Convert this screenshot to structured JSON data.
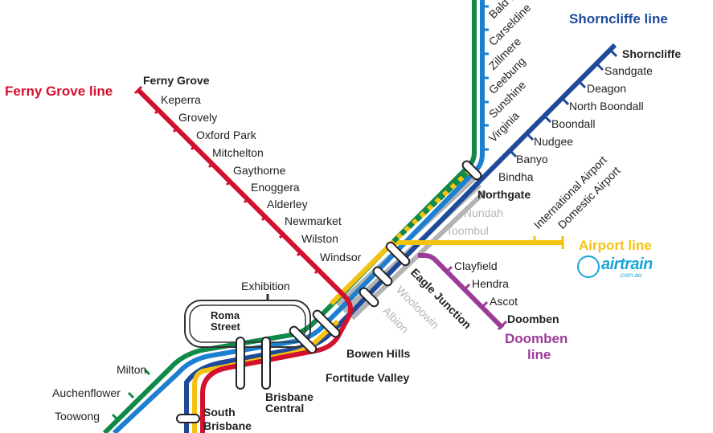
{
  "colors": {
    "ferny_grove": "#d2112e",
    "shorncliffe": "#1e4a9a",
    "caboolture_green": "#0f8a48",
    "caboolture_blue": "#1c7fd0",
    "airport": "#f5c210",
    "doomben": "#9b3c97",
    "inner_grey": "#b3b3b3"
  },
  "line_titles": {
    "shorncliffe": "Shorncliffe line",
    "ferny_grove": "Ferny Grove line",
    "airport": "Airport line",
    "doomben_1": "Doomben",
    "doomben_2": "line"
  },
  "stations": {
    "ferny_grove": [
      "Ferny Grove",
      "Keperra",
      "Grovely",
      "Oxford Park",
      "Mitchelton",
      "Gaythorne",
      "Enoggera",
      "Alderley",
      "Newmarket",
      "Wilston",
      "Windsor"
    ],
    "shorncliffe": [
      "Shorncliffe",
      "Sandgate",
      "Deagon",
      "North Boondall",
      "Boondall",
      "Nudgee",
      "Banyo",
      "Bindha"
    ],
    "north_branch": [
      "Bald Hills",
      "Carseldine",
      "Zillmere",
      "Geebung",
      "Sunshine",
      "Virginia"
    ],
    "airport": [
      "International Airport",
      "Domestic Airport"
    ],
    "doomben": [
      "Clayfield",
      "Hendra",
      "Ascot",
      "Doomben"
    ],
    "grey": [
      "Nundah",
      "Toombul",
      "Wooloowin",
      "Albion"
    ],
    "interchanges": [
      "Northgate",
      "Eagle Junction",
      "Bowen Hills",
      "Fortitude Valley",
      "Brisbane Central",
      "Roma Street",
      "South Brisbane",
      "Exhibition"
    ],
    "west": [
      "Milton",
      "Auchenflower",
      "Toowong"
    ]
  },
  "brand": {
    "airtrain": "airtrain",
    "airtrain_url": ".com.au"
  }
}
